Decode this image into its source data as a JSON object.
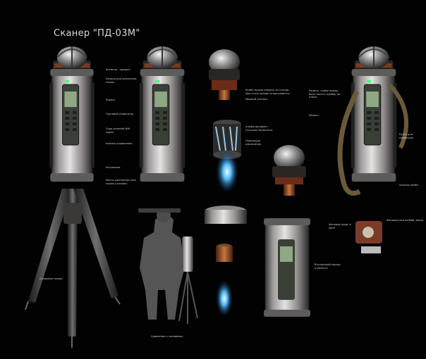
{
  "title": "Сканер \"ПД-03М\"",
  "labels": {
    "top_cap": "Антенна - крышка",
    "cooling_ring": "Кольцо для крепления ножек",
    "body": "Корпус",
    "indicator": "Световой индикатор",
    "screen": "Серо-зеленый ЖК экран",
    "buttons": "Кнопки управления",
    "unlock": "Разъемное",
    "latch": "Место крепления трех ножек штатива",
    "tripod_legs": "Складные ножки",
    "cap_note": "Колбу можно извлечь из стенда. Для этого колпак откручивается",
    "contact": "Медный контакт",
    "artifact": "Альфа-артефакт (Осколок Монолита)",
    "release": "Процедура извлечения",
    "handle_note": "Ремень, чтобы можно было носить прибор на плече",
    "strap_note": "Ремень",
    "handle": "Ручка для переноски",
    "bottom_cap": "нижняя колба",
    "flashlight": "Фонарик-пред. в Доте",
    "light_note": "Фонарик под колбой, внизу",
    "inner_note": "Внутренний корпус отдельно",
    "scale_note": "Сравнение с человеком"
  },
  "colors": {
    "background": "#020202",
    "metal": "#b9b6b6",
    "screen": "#8fa884",
    "glow": "#4fb8ff",
    "copper": "#b5612f"
  }
}
